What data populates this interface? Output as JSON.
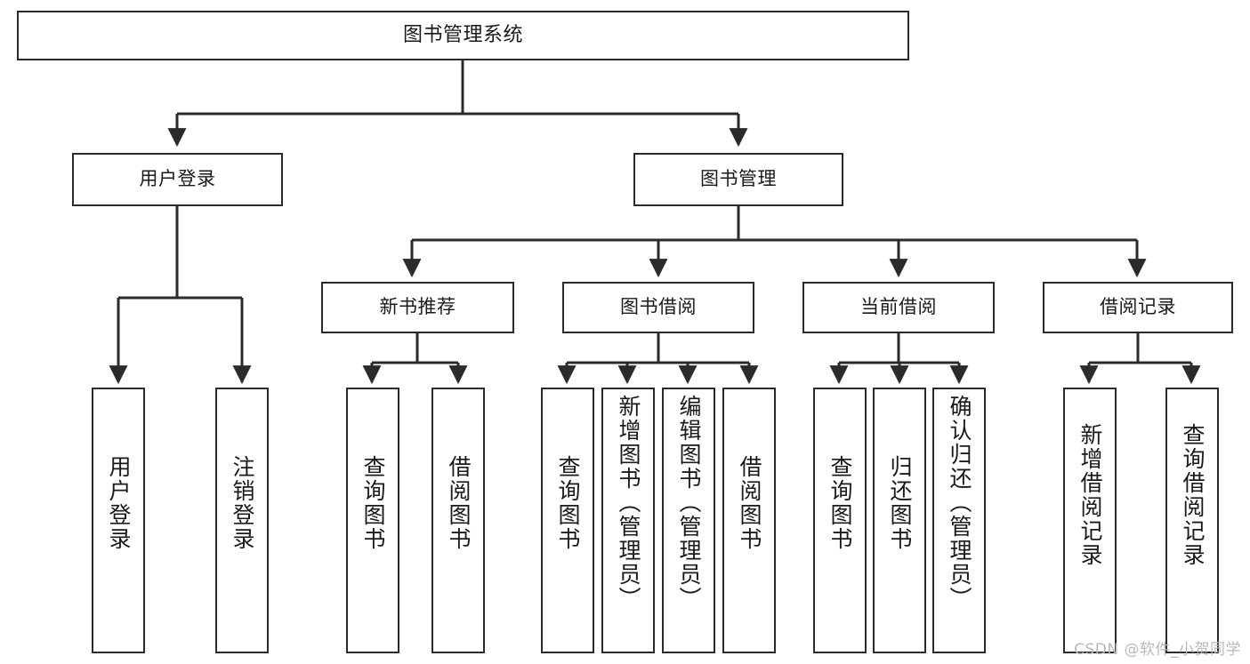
{
  "diagram": {
    "title": "图书管理系统",
    "type": "tree",
    "watermark": "CSDN @软件_小贺同学",
    "colors": {
      "background": "#ffffff",
      "box_border": "#2b2b2b",
      "box_fill": "#ffffff",
      "edge": "#2b2b2b",
      "text": "#1a1a1a",
      "watermark": "#b9b9b9"
    }
  },
  "nodes": {
    "root": {
      "label": "图书管理系统"
    },
    "level1": [
      {
        "label": "用户登录"
      },
      {
        "label": "图书管理"
      }
    ],
    "level2": [
      {
        "label": "新书推荐"
      },
      {
        "label": "图书借阅"
      },
      {
        "label": "当前借阅"
      },
      {
        "label": "借阅记录"
      }
    ],
    "leaves": {
      "user_login": [
        {
          "label": "用户登录"
        },
        {
          "label": "注销登录"
        }
      ],
      "new_book_recommend": [
        {
          "label": "查询图书"
        },
        {
          "label": "借阅图书"
        }
      ],
      "book_borrow": [
        {
          "label": "查询图书"
        },
        {
          "label": "新增图书（管理员）"
        },
        {
          "label": "编辑图书（管理员）"
        },
        {
          "label": "借阅图书"
        }
      ],
      "current_borrow": [
        {
          "label": "查询图书"
        },
        {
          "label": "归还图书"
        },
        {
          "label": "确认归还（管理员）"
        }
      ],
      "borrow_records": [
        {
          "label": "新增借阅记录"
        },
        {
          "label": "查询借阅记录"
        }
      ]
    }
  }
}
